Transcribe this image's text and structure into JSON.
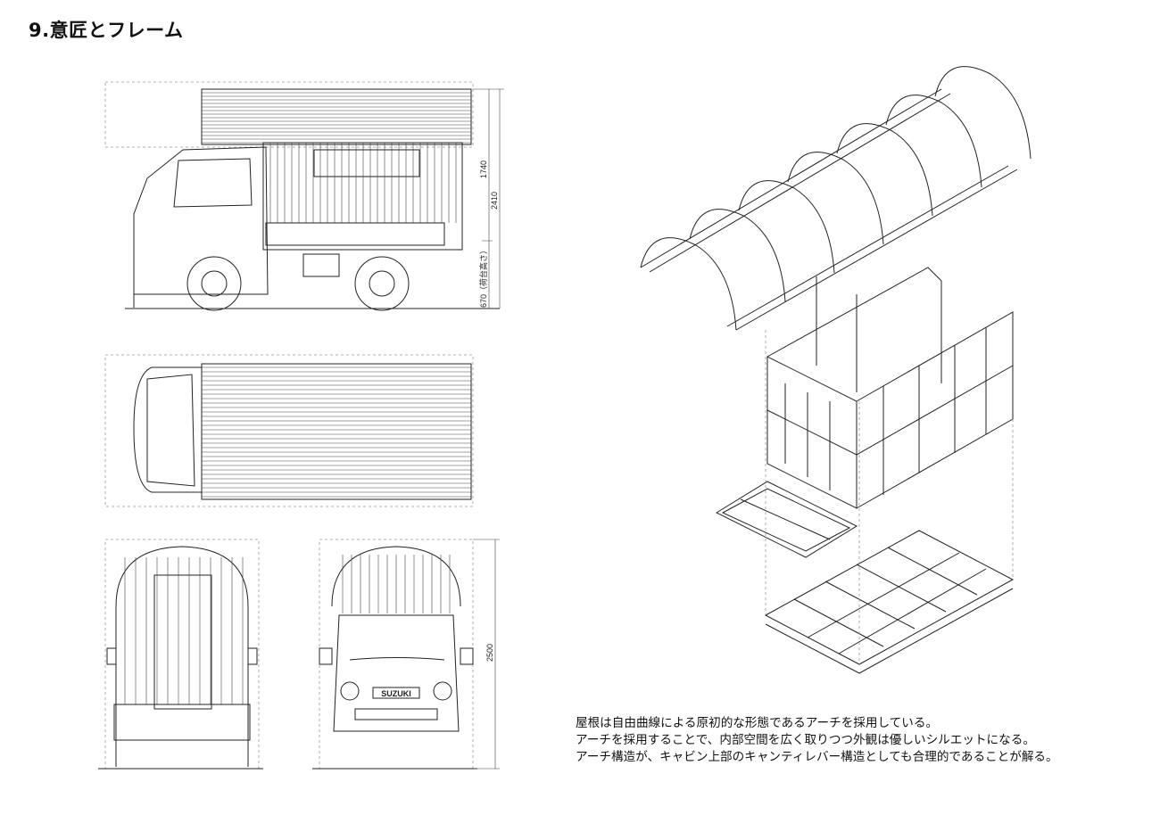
{
  "title": "9.意匠とフレーム",
  "dimensions": {
    "cargo_box_height": "1740",
    "total_height": "2410",
    "bed_height": "670（荷台高さ）",
    "front_height": "2500"
  },
  "front_badge": "SUZUKI",
  "caption": [
    "屋根は自由曲線による原初的な形態であるアーチを採用している。",
    "アーチを採用することで、内部空間を広く取りつつ外観は優しいシルエットになる。",
    "アーチ構造が、キャビン上部のキャンティレバー構造としても合理的であることが解る。"
  ]
}
